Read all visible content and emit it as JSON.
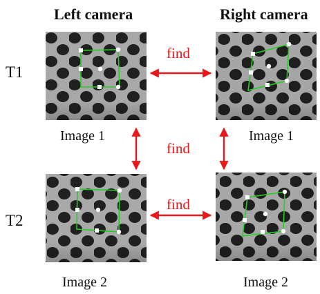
{
  "headers": {
    "left": "Left camera",
    "right": "Right camera"
  },
  "rows": {
    "t1": "T1",
    "t2": "T2"
  },
  "captions": {
    "left_top": "Image 1",
    "right_top": "Image 1",
    "left_bottom": "Image 2",
    "right_bottom": "Image 2"
  },
  "arrows": {
    "horizontal_top": "find",
    "vertical_middle": "find",
    "horizontal_bottom": "find"
  },
  "colors": {
    "arrow": "#e8191a",
    "text": "#111111",
    "subset_outline": "#1ec81e",
    "marker": "#ffffff"
  },
  "icons": [
    "double-headed-arrow-icon"
  ]
}
